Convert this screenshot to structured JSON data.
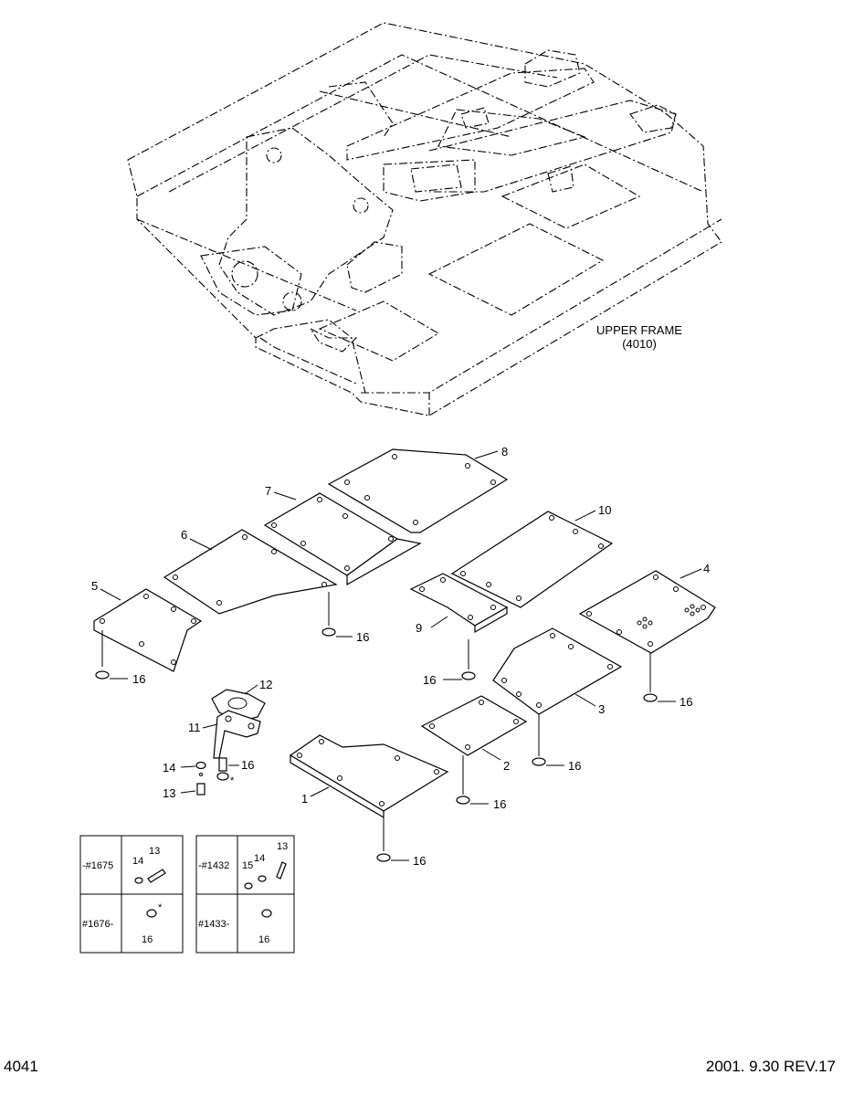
{
  "frame": {
    "title": "UPPER FRAME",
    "ref": "(4010)"
  },
  "callouts": [
    "1",
    "2",
    "3",
    "4",
    "5",
    "6",
    "7",
    "8",
    "9",
    "10",
    "11",
    "12",
    "13",
    "14",
    "16"
  ],
  "footer": {
    "page": "4041",
    "revision": "2001. 9.30 REV.17"
  },
  "serial_table_1": {
    "rows": [
      {
        "serial": "-#1675",
        "parts": [
          "13",
          "14"
        ]
      },
      {
        "serial": "#1676-",
        "parts": [
          "16"
        ],
        "mark": "*"
      }
    ]
  },
  "serial_table_2": {
    "rows": [
      {
        "serial": "-#1432",
        "parts": [
          "13",
          "14",
          "15"
        ]
      },
      {
        "serial": "#1433-",
        "parts": [
          "16"
        ]
      }
    ]
  },
  "star_mark": "*"
}
